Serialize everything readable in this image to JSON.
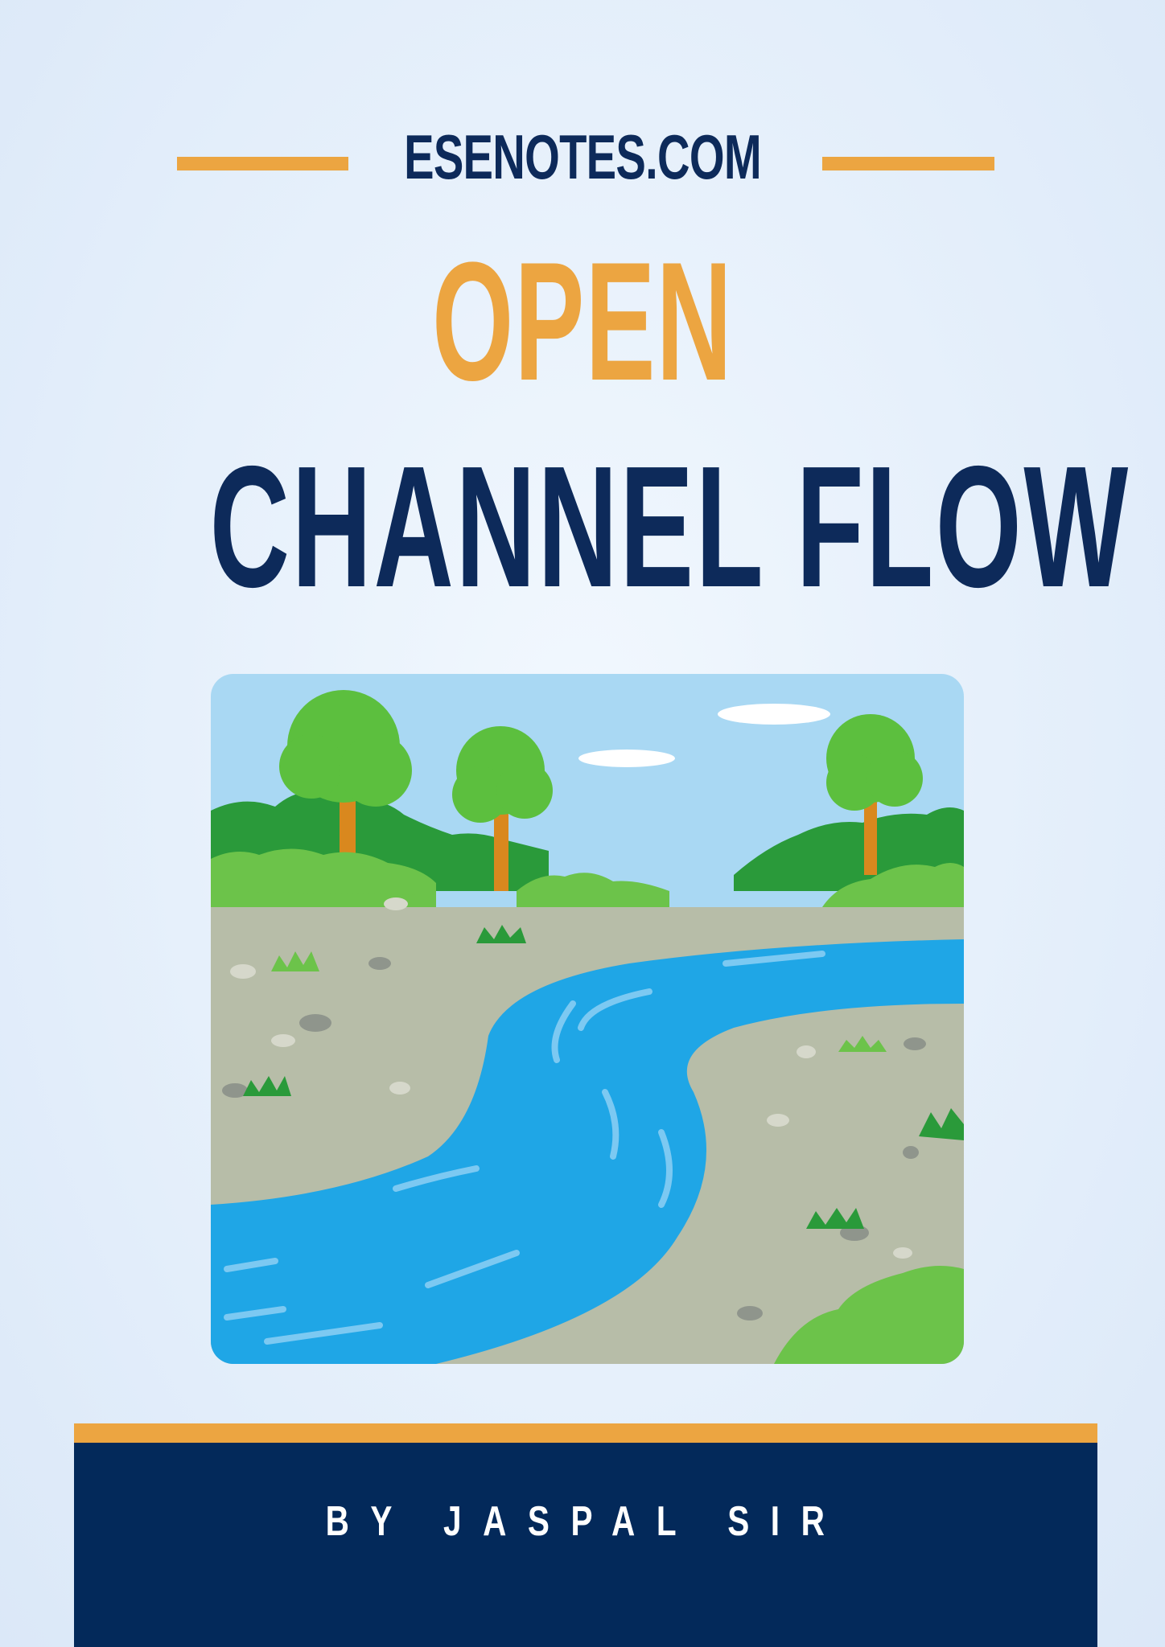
{
  "header": {
    "site_name": "ESENOTES.COM"
  },
  "title": {
    "line1": "OPEN",
    "line2": "CHANNEL FLOW"
  },
  "illustration": {
    "subject": "river-landscape-illustration",
    "elements": [
      "sky",
      "clouds",
      "trees",
      "bushes",
      "river-bank",
      "river",
      "grass-tufts",
      "pebbles"
    ]
  },
  "footer": {
    "author": "BY JASPAL SIR"
  },
  "colors": {
    "navy": "#0d2a5a",
    "footer_navy": "#03295a",
    "accent_orange": "#eca541",
    "background": "#e6f0fb",
    "sky": "#a9d8f3",
    "river": "#1fa6e6",
    "bank": "#b7bda8",
    "tree_green": "#5cbf3e",
    "dark_green": "#2a9a3a"
  }
}
